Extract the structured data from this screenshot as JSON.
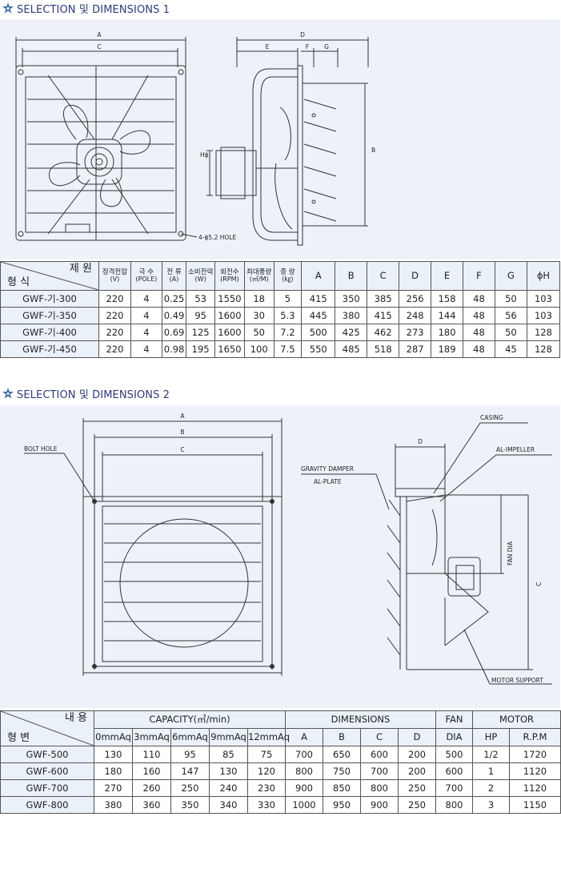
{
  "section1": {
    "title": "SELECTION 및 DIMENSIONS 1",
    "drawing_labels": {
      "a": "A",
      "c": "C",
      "d": "D",
      "e": "E",
      "f": "F",
      "g": "G",
      "b": "B",
      "h": "Hϕ",
      "hole": "4-ϕ5.2 HOLE"
    },
    "table": {
      "corner_top": "제 원",
      "corner_bottom": "형 식",
      "headers": [
        {
          "main": "정격전압",
          "sub": "(V)"
        },
        {
          "main": "극 수",
          "sub": "(POLE)"
        },
        {
          "main": "전 류",
          "sub": "(A)"
        },
        {
          "main": "소비전력",
          "sub": "(W)"
        },
        {
          "main": "회전수",
          "sub": "(RPM)"
        },
        {
          "main": "최대풍량",
          "sub": "(㎥/M)"
        },
        {
          "main": "중 량",
          "sub": "(㎏)"
        },
        {
          "main": "A",
          "sub": ""
        },
        {
          "main": "B",
          "sub": ""
        },
        {
          "main": "C",
          "sub": ""
        },
        {
          "main": "D",
          "sub": ""
        },
        {
          "main": "E",
          "sub": ""
        },
        {
          "main": "F",
          "sub": ""
        },
        {
          "main": "G",
          "sub": ""
        },
        {
          "main": "ϕH",
          "sub": ""
        }
      ],
      "rows": [
        {
          "model": "GWF-기-300",
          "values": [
            "220",
            "4",
            "0.25",
            "53",
            "1550",
            "18",
            "5",
            "415",
            "350",
            "385",
            "256",
            "158",
            "48",
            "50",
            "103"
          ]
        },
        {
          "model": "GWF-기-350",
          "values": [
            "220",
            "4",
            "0.49",
            "95",
            "1600",
            "30",
            "5.3",
            "445",
            "380",
            "415",
            "248",
            "144",
            "48",
            "56",
            "103"
          ]
        },
        {
          "model": "GWF-기-400",
          "values": [
            "220",
            "4",
            "0.69",
            "125",
            "1600",
            "50",
            "7.2",
            "500",
            "425",
            "462",
            "273",
            "180",
            "48",
            "50",
            "128"
          ]
        },
        {
          "model": "GWF-기-450",
          "values": [
            "220",
            "4",
            "0.98",
            "195",
            "1650",
            "100",
            "7.5",
            "550",
            "485",
            "518",
            "287",
            "189",
            "48",
            "45",
            "128"
          ]
        }
      ]
    }
  },
  "section2": {
    "title": "SELECTION 및 DIMENSIONS 2",
    "drawing_labels": {
      "a": "A",
      "b": "B",
      "c": "C",
      "d": "D",
      "bolt_hole": "BOLT HOLE",
      "casing": "CASING",
      "impeller": "AL-IMPELLER",
      "damper": "GRAVITY DAMPER",
      "plate": "AL-PLATE",
      "fan_dia": "FAN DIA",
      "c_right": "C",
      "motor_support": "MOTOR SUPPORT"
    },
    "table": {
      "corner_top": "내 용",
      "corner_bottom": "형 변",
      "group_headers": [
        "CAPACITY(㎥/min)",
        "DIMENSIONS",
        "FAN",
        "MOTOR"
      ],
      "sub_headers": [
        "0mmAq",
        "3mmAq",
        "6mmAq",
        "9mmAq",
        "12mmAq",
        "A",
        "B",
        "C",
        "D",
        "DIA",
        "HP",
        "R.P.M"
      ],
      "rows": [
        {
          "model": "GWF-500",
          "values": [
            "130",
            "110",
            "95",
            "85",
            "75",
            "700",
            "650",
            "600",
            "200",
            "500",
            "1/2",
            "1720"
          ]
        },
        {
          "model": "GWF-600",
          "values": [
            "180",
            "160",
            "147",
            "130",
            "120",
            "800",
            "750",
            "700",
            "200",
            "600",
            "1",
            "1120"
          ]
        },
        {
          "model": "GWF-700",
          "values": [
            "270",
            "260",
            "250",
            "240",
            "230",
            "900",
            "850",
            "800",
            "250",
            "700",
            "2",
            "1120"
          ]
        },
        {
          "model": "GWF-800",
          "values": [
            "380",
            "360",
            "350",
            "340",
            "330",
            "1000",
            "950",
            "900",
            "250",
            "800",
            "3",
            "1150"
          ]
        }
      ]
    }
  },
  "colors": {
    "title": "#2f3a78",
    "panel": "#eef2f8",
    "header_fill": "#eaf1f8",
    "star_icon": "#3c63a8"
  }
}
